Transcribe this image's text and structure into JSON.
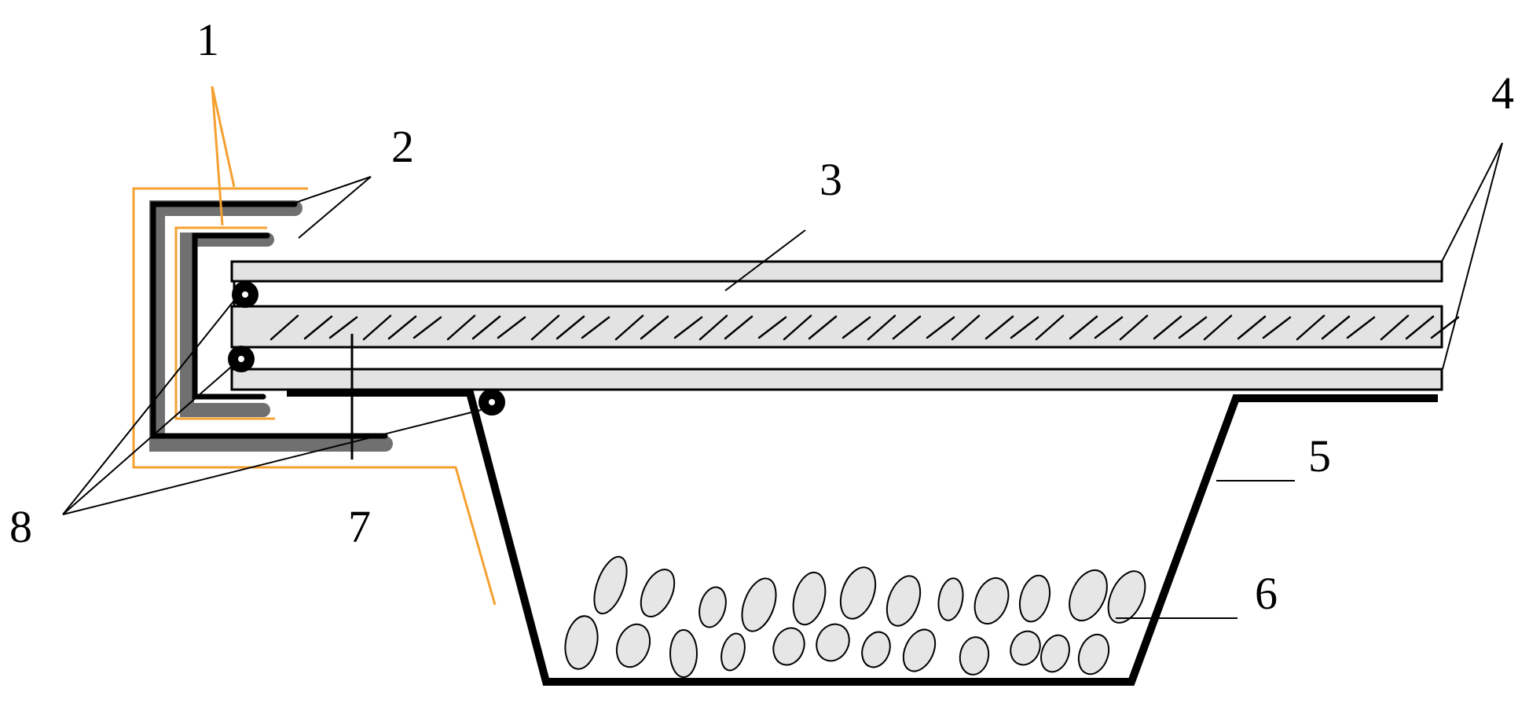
{
  "callouts": {
    "c1": "1",
    "c2": "2",
    "c3": "3",
    "c4": "4",
    "c5": "5",
    "c6": "6",
    "c7": "7",
    "c8": "8"
  },
  "colors": {
    "ink": "#000000",
    "frame_gray": "#707070",
    "glass_fill": "#e3e3e3",
    "pebble_fill": "#e6e6e6",
    "orange_outline": "#f5a030"
  }
}
